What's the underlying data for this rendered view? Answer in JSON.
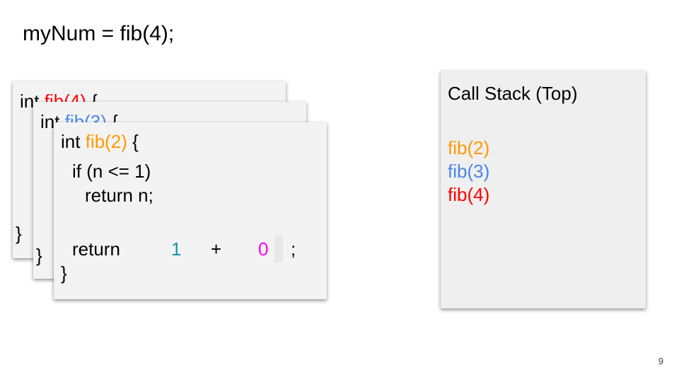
{
  "headline": "myNum = fib(4);",
  "frames": {
    "fib4": {
      "kw": "int ",
      "name": "fib(4)",
      "brace": " {",
      "close": "}"
    },
    "fib3": {
      "kw": "int ",
      "name": "fib(3)",
      "brace": " {",
      "close": "}"
    },
    "fib2": {
      "kw": "int ",
      "name": "fib(2)",
      "brace": " {",
      "if_line": "if (n <= 1)",
      "return_n_line": "return n;",
      "return_kw": "return",
      "left_value": "1",
      "plus": "+",
      "right_value": "0",
      "semicolon": ";",
      "close": "}"
    }
  },
  "call_stack": {
    "title": "Call Stack (Top)",
    "items": [
      "fib(2)",
      "fib(3)",
      "fib(4)"
    ]
  },
  "colors": {
    "fib2": "#ff9900",
    "fib3": "#4a86e8",
    "fib4": "#ff0000",
    "left_value": "#1597a8",
    "right_value": "#ff00ff"
  },
  "page_number": "9"
}
